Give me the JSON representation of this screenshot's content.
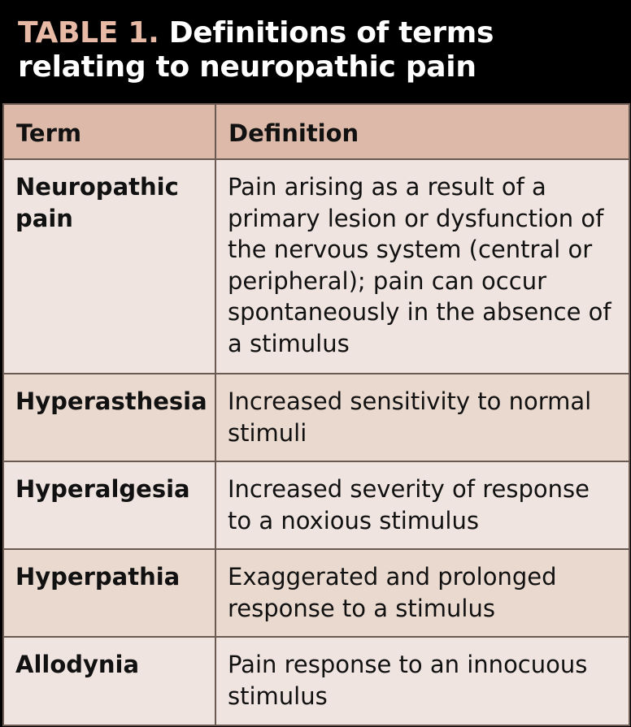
{
  "table": {
    "label": "TABLE 1.",
    "title": "Definitions of terms relating to neuropathic pain",
    "headers": {
      "term": "Term",
      "definition": "Definition"
    },
    "rows": [
      {
        "term": "Neuropathic pain",
        "definition": "Pain arising as a result of a primary lesion or dysfunction of the nervous system (central or peripheral); pain can occur spontaneously in the absence of a stimulus"
      },
      {
        "term": "Hyperasthesia",
        "definition": "Increased sensitivity to normal stimuli"
      },
      {
        "term": "Hyperalgesia",
        "definition": "Increased severity of response to a noxious stimulus"
      },
      {
        "term": "Hyperpathia",
        "definition": "Exaggerated and prolonged response to a stimulus"
      },
      {
        "term": "Allodynia",
        "definition": "Pain response to an innocuous stimulus"
      }
    ]
  },
  "colors": {
    "title_background": "#000000",
    "title_label": "#e8b9a5",
    "title_text": "#ffffff",
    "header_background": "#dcb9a8",
    "row_odd": "#efe4e0",
    "row_even": "#ead9cf",
    "border": "#6b5a52"
  }
}
